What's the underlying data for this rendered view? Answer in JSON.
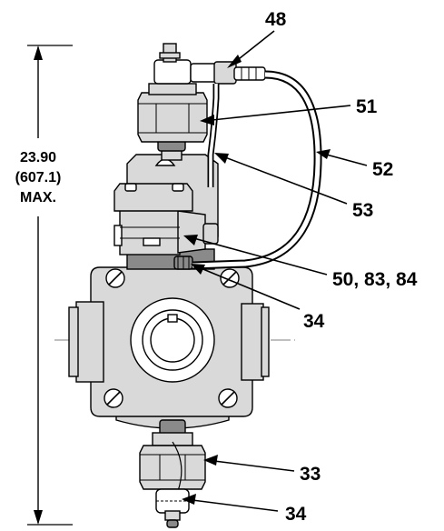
{
  "dimension": {
    "line1": "23.90",
    "line2": "(607.1)",
    "line3": "MAX."
  },
  "callouts": {
    "c48": "48",
    "c51": "51",
    "c52": "52",
    "c53": "53",
    "c50": "50, 83, 84",
    "c34_upper": "34",
    "c33": "33",
    "c34_lower": "34"
  }
}
